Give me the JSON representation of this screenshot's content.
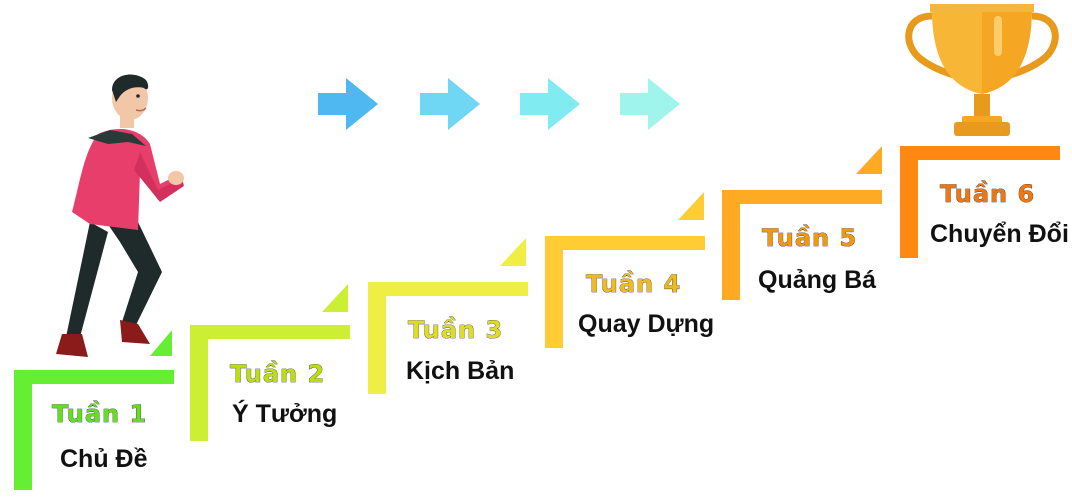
{
  "steps": [
    {
      "week": "Tuần 1",
      "topic": "Chủ Đề",
      "color": "#66ee33",
      "text_color": "#66dd22"
    },
    {
      "week": "Tuần 2",
      "topic": "Ý Tưởng",
      "color": "#ccee33",
      "text_color": "#bbdd11"
    },
    {
      "week": "Tuần 3",
      "topic": "Kịch Bản",
      "color": "#eeee44",
      "text_color": "#dddd22"
    },
    {
      "week": "Tuần 4",
      "topic": "Quay Dựng",
      "color": "#ffcc33",
      "text_color": "#eebb22"
    },
    {
      "week": "Tuần 5",
      "topic": "Quảng Bá",
      "color": "#ffaa22",
      "text_color": "#ee9911"
    },
    {
      "week": "Tuần 6",
      "topic": "Chuyển Đổi",
      "color": "#ff8811",
      "text_color": "#ee7711"
    }
  ],
  "arrows": {
    "colors": [
      "#55bbee",
      "#66ddee",
      "#77eeee",
      "#88ffee"
    ],
    "icon": "right-arrow-icon"
  },
  "trophy": {
    "icon": "trophy-icon",
    "color": "#f5a623"
  },
  "person": {
    "icon": "climbing-man-illustration"
  }
}
